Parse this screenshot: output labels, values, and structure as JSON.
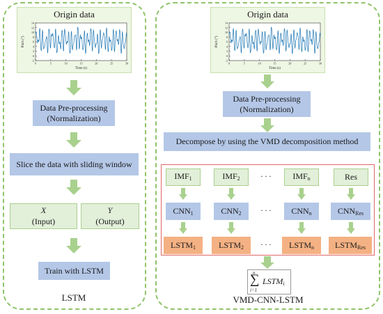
{
  "left_panel": {
    "origin_title": "Origin data",
    "chart_ylabel": "Pitch (°)",
    "chart_xlabel": "Time (s)",
    "preprocess_line1": "Data Pre-processing",
    "preprocess_line2": "(Normalization)",
    "slice": "Slice the data with sliding window",
    "x_sym": "X",
    "x_desc": "(Input)",
    "y_sym": "Y",
    "y_desc": "(Output)",
    "train": "Train with LSTM",
    "label": "LSTM"
  },
  "right_panel": {
    "origin_title": "Origin data",
    "chart_ylabel": "Pitch (°)",
    "chart_xlabel": "Time (s)",
    "preprocess_line1": "Data Pre-processing",
    "preprocess_line2": "(Normalization)",
    "decompose": "Decompose by using the VMD decomposition method",
    "imf": "IMF",
    "cnn": "CNN",
    "lstm": "LSTM",
    "res": "Res",
    "sub_1": "1",
    "sub_2": "2",
    "sub_n": "n",
    "sub_res": "Res",
    "dots": "···",
    "sum_top": "n",
    "sum_bottom": "i=1",
    "sum_term": "LSTM",
    "sum_term_sub": "i",
    "label": "VMD-CNN-LSTM"
  },
  "chart_data": [
    {
      "type": "line",
      "ylabel": "Pitch (°)",
      "xlabel": "Time (s)",
      "xlim": [
        0,
        30
      ],
      "ylim": [
        -2,
        14
      ],
      "xticks": [
        0,
        5,
        10,
        15,
        20,
        25,
        30
      ],
      "yticks": [
        -2,
        0,
        2,
        4,
        6,
        8,
        10,
        12,
        14
      ],
      "series_color": "#1f77b4"
    },
    {
      "type": "line",
      "ylabel": "Pitch (°)",
      "xlabel": "Time (s)",
      "xlim": [
        0,
        30
      ],
      "ylim": [
        -2,
        14
      ],
      "xticks": [
        0,
        5,
        10,
        15,
        20,
        25,
        30
      ],
      "yticks": [
        -2,
        0,
        2,
        4,
        6,
        8,
        10,
        12,
        14
      ],
      "series_color": "#1f77b4"
    }
  ],
  "colors": {
    "panel_border": "#8fc46a",
    "blue_box": "#b4c7e7",
    "green_box": "#e2efd9",
    "orange_box": "#f4b183",
    "arrow": "#a9d18e",
    "red_frame": "#e06666"
  }
}
